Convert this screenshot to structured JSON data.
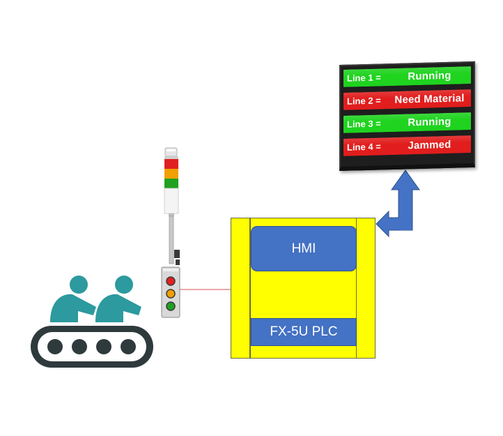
{
  "status_board": {
    "rows": [
      {
        "label": "Line 1 =",
        "status": "Running",
        "color": "#1fd31f"
      },
      {
        "label": "Line 2 =",
        "status": "Need Material",
        "color": "#e11d1d"
      },
      {
        "label": "Line 3 =",
        "status": "Running",
        "color": "#1fd31f"
      },
      {
        "label": "Line 4 =",
        "status": "Jammed",
        "color": "#e11d1d"
      }
    ]
  },
  "cabinet": {
    "hmi_label": "HMI",
    "plc_label": "FX-5U PLC",
    "color": "#ffff00",
    "module_color": "#4472c4"
  },
  "connector_arrow": {
    "color": "#4472c4",
    "icon": "bidirectional-arrow-icon"
  },
  "signal_tower": {
    "lights": [
      "#e02020",
      "#f0a000",
      "#20a020"
    ],
    "icon": "stack-light-icon"
  },
  "push_button_box": {
    "buttons": [
      "#e02020",
      "#f0a000",
      "#20a020"
    ],
    "icon": "push-button-station-icon"
  },
  "conveyor": {
    "color": "#2c9a9e",
    "belt_color": "#2f3a3d",
    "icon": "conveyor-workers-icon"
  },
  "signal_wire": {
    "color": "#d05050"
  }
}
